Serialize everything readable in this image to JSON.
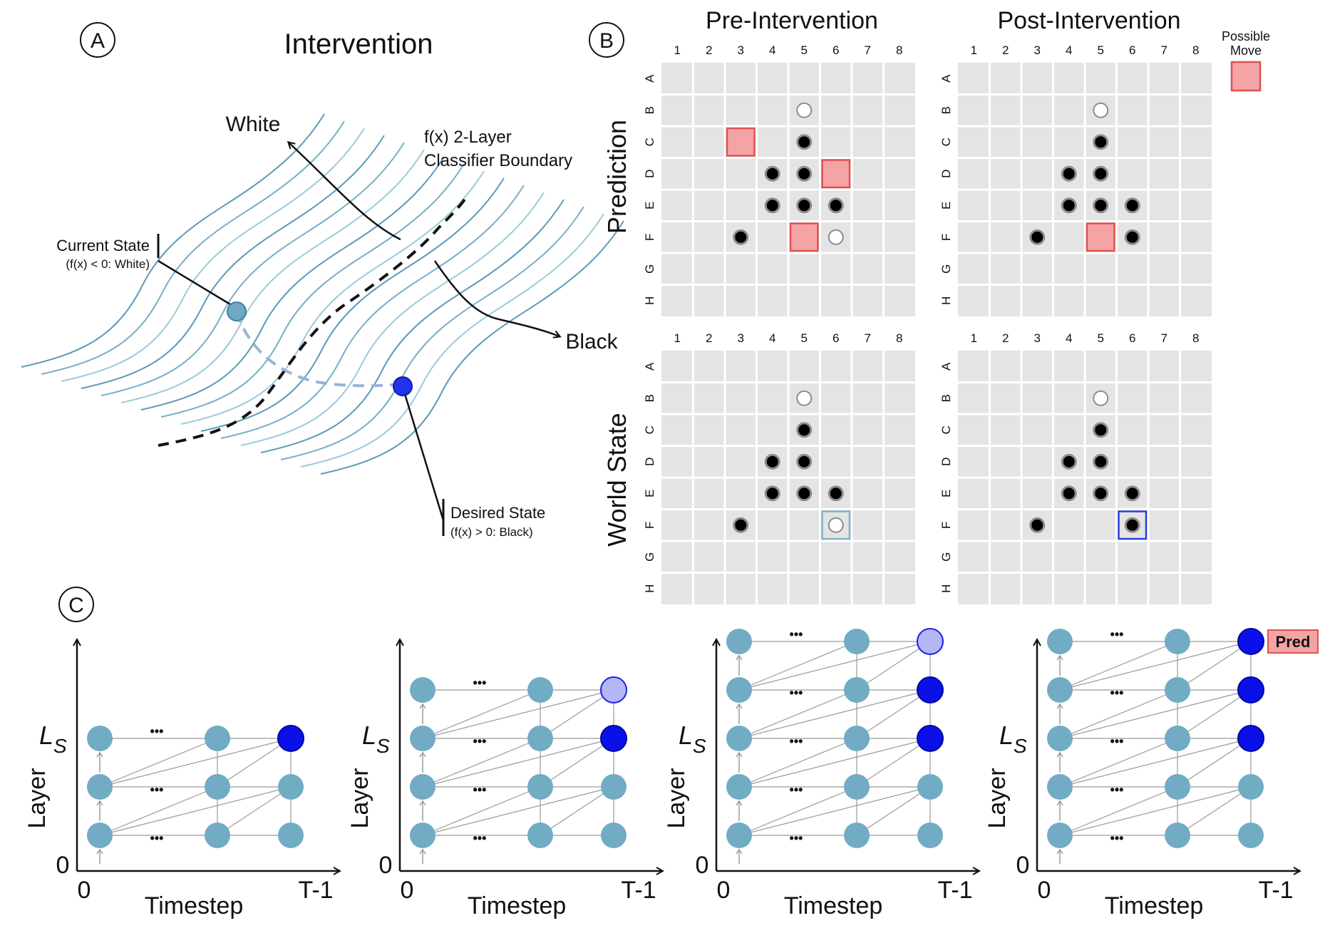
{
  "panel_a": {
    "letter": "A",
    "title": "Intervention",
    "white_label": "White",
    "black_label": "Black",
    "boundary_line1": "f(x) 2-Layer",
    "boundary_line2": "Classifier Boundary",
    "current_line1": "Current State",
    "current_line2": "(f(x) < 0: White)",
    "desired_line1": "Desired State",
    "desired_line2": "(f(x) > 0: Black)"
  },
  "panel_b": {
    "letter": "B",
    "col_pre": "Pre-Intervention",
    "col_post": "Post-Intervention",
    "row_pred": "Prediction",
    "row_world": "World State",
    "legend_line1": "Possible",
    "legend_line2": "Move",
    "col_labels": [
      "1",
      "2",
      "3",
      "4",
      "5",
      "6",
      "7",
      "8"
    ],
    "row_labels": [
      "A",
      "B",
      "C",
      "D",
      "E",
      "F",
      "G",
      "H"
    ],
    "colors": {
      "cell": "#e4e4e4",
      "move": "#f4a4a4",
      "move_border": "#e05050",
      "light_highlight": "#7fb2c9",
      "blue_highlight": "#2a3fe0"
    },
    "boards": [
      {
        "name": "pre-prediction",
        "white": [
          [
            1,
            4
          ],
          [
            5,
            5
          ]
        ],
        "black": [
          [
            2,
            4
          ],
          [
            3,
            3
          ],
          [
            3,
            4
          ],
          [
            4,
            3
          ],
          [
            4,
            4
          ],
          [
            4,
            5
          ],
          [
            5,
            2
          ]
        ],
        "moves": [
          [
            2,
            2
          ],
          [
            3,
            5
          ],
          [
            5,
            4
          ]
        ],
        "highlight": null
      },
      {
        "name": "post-prediction",
        "white": [
          [
            1,
            4
          ]
        ],
        "black": [
          [
            2,
            4
          ],
          [
            3,
            3
          ],
          [
            3,
            4
          ],
          [
            4,
            3
          ],
          [
            4,
            4
          ],
          [
            4,
            5
          ],
          [
            5,
            2
          ],
          [
            5,
            5
          ]
        ],
        "moves": [
          [
            5,
            4
          ]
        ],
        "highlight": null
      },
      {
        "name": "pre-world-state",
        "white": [
          [
            1,
            4
          ],
          [
            5,
            5
          ]
        ],
        "black": [
          [
            2,
            4
          ],
          [
            3,
            3
          ],
          [
            3,
            4
          ],
          [
            4,
            3
          ],
          [
            4,
            4
          ],
          [
            4,
            5
          ],
          [
            5,
            2
          ]
        ],
        "moves": [],
        "highlight": {
          "row": 5,
          "col": 5,
          "color": "light"
        }
      },
      {
        "name": "post-world-state",
        "white": [
          [
            1,
            4
          ]
        ],
        "black": [
          [
            2,
            4
          ],
          [
            3,
            3
          ],
          [
            3,
            4
          ],
          [
            4,
            3
          ],
          [
            4,
            4
          ],
          [
            4,
            5
          ],
          [
            5,
            2
          ],
          [
            5,
            5
          ]
        ],
        "moves": [],
        "highlight": {
          "row": 5,
          "col": 5,
          "color": "blue"
        }
      }
    ]
  },
  "panel_c": {
    "letter": "C",
    "ylabel": "Layer",
    "xlabel": "Timestep",
    "zero_label": "0",
    "end_label": "T-1",
    "ls_main": "L",
    "ls_sub": "S",
    "ellipsis": "•••",
    "pred_label": "Pred",
    "colors": {
      "node": "#72abc4",
      "blue": "#0a10e8",
      "light_blue": "#b3b7f5",
      "edge": "#9a9a9a"
    },
    "graphs": [
      {
        "layers": 3,
        "ls_layer": 2,
        "blue_layers": [
          2
        ],
        "light_layer": null,
        "pred": false
      },
      {
        "layers": 4,
        "ls_layer": 2,
        "blue_layers": [
          2
        ],
        "light_layer": 3,
        "pred": false
      },
      {
        "layers": 5,
        "ls_layer": 2,
        "blue_layers": [
          2,
          3
        ],
        "light_layer": 4,
        "pred": false
      },
      {
        "layers": 5,
        "ls_layer": 2,
        "blue_layers": [
          2,
          3,
          4
        ],
        "light_layer": null,
        "pred": true
      }
    ]
  }
}
